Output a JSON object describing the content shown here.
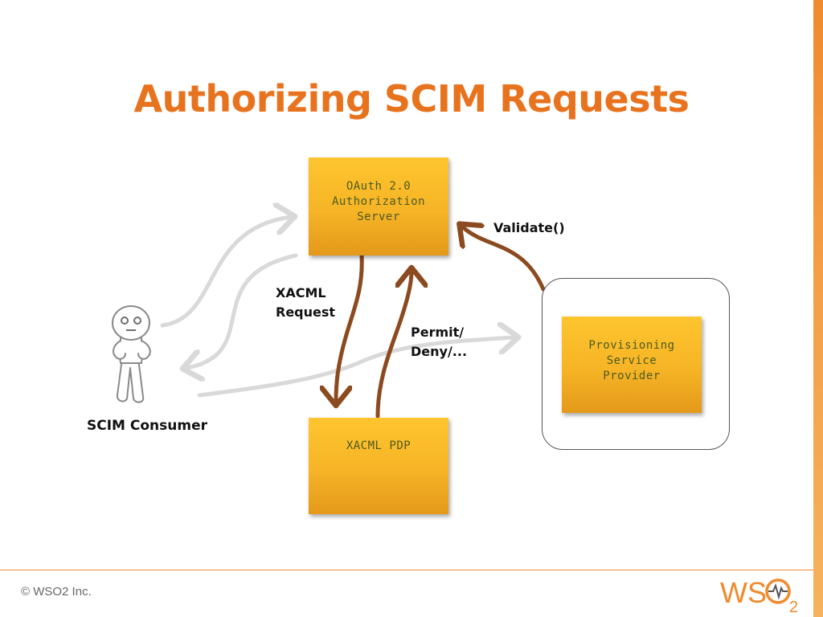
{
  "title": "Authorizing SCIM Requests",
  "actor": {
    "label": "SCIM Consumer"
  },
  "boxes": {
    "oauth": [
      "OAuth 2.0",
      "Authorization",
      "Server"
    ],
    "pdp": [
      "XACML PDP"
    ],
    "provider": [
      "Provisioning",
      "Service",
      "Provider"
    ]
  },
  "labels": {
    "xacml_request": [
      "XACML",
      "Request"
    ],
    "permit_deny": [
      "Permit/",
      "Deny/..."
    ],
    "validate": "Validate()"
  },
  "footer": {
    "copyright": "© WSO2 Inc.",
    "logo_text": "WS",
    "logo_sub": "2"
  },
  "colors": {
    "title": "#e8731e",
    "box_top": "#fec52f",
    "box_bottom": "#e4991a",
    "box_text": "#4d5b22",
    "brown_arrow": "#8b4a1f",
    "gray_arrow": "#d9d9d9",
    "accent": "#f08a2e"
  }
}
